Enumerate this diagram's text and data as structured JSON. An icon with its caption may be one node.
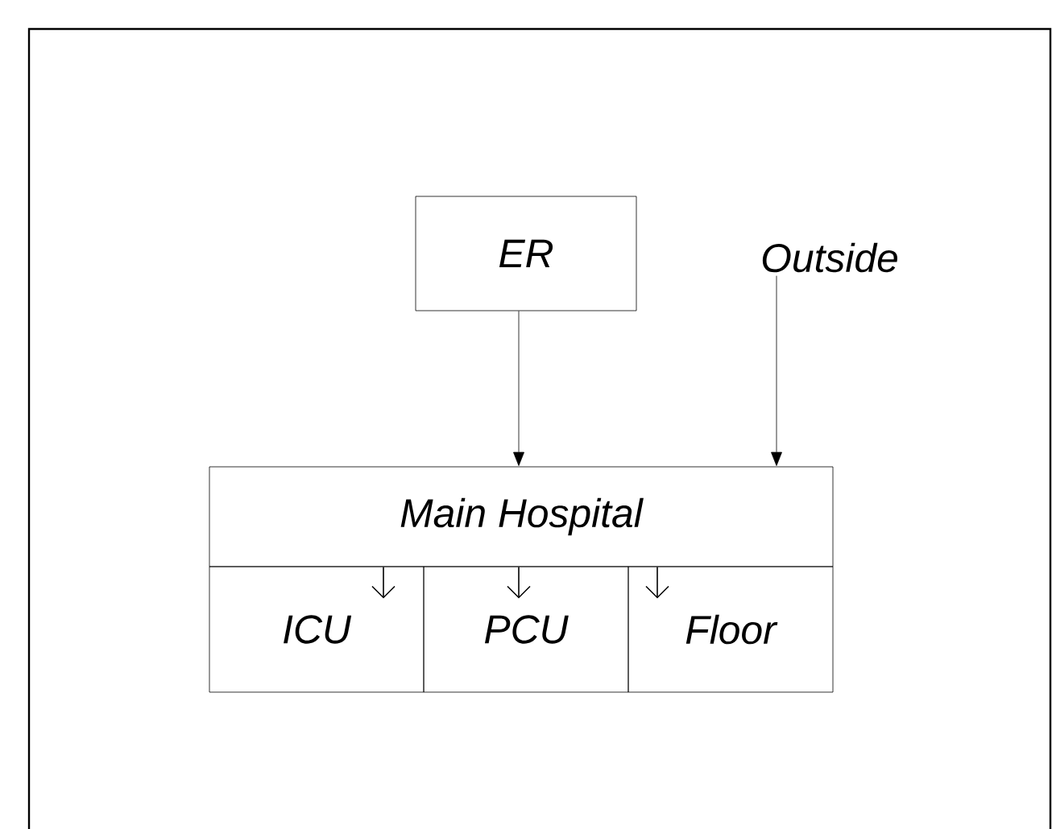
{
  "diagram": {
    "nodes": [
      {
        "text": [
          "ER"
        ]
      },
      {
        "text": [
          "Outside"
        ]
      },
      {
        "text": [
          "Main Hospital"
        ]
      },
      {
        "text": [
          "ICU"
        ]
      },
      {
        "text": [
          "PCU"
        ]
      },
      {
        "text": [
          "Floor"
        ]
      }
    ],
    "edges": [
      {
        "from": 0,
        "to": 2,
        "arrow": "to"
      },
      {
        "from": 1,
        "to": 2,
        "arrow": "to"
      },
      {
        "from": 2,
        "to": 3,
        "arrow": "to"
      },
      {
        "from": 2,
        "to": 4,
        "arrow": "to"
      },
      {
        "from": 2,
        "to": 5,
        "arrow": "to"
      }
    ]
  }
}
